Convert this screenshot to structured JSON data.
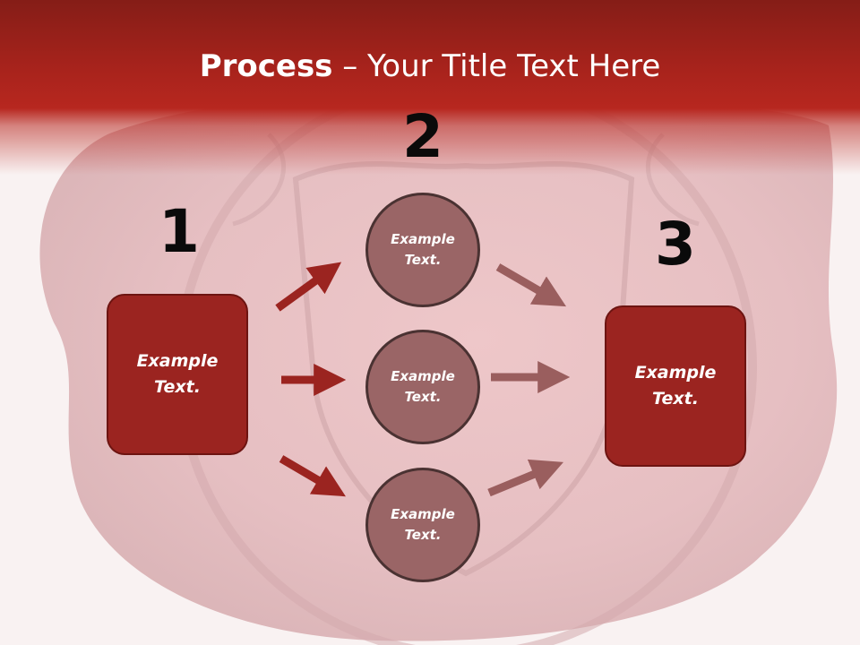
{
  "slide": {
    "title_bold": "Process",
    "title_rest": " – Your Title Text Here"
  },
  "steps": {
    "n1": "1",
    "n2": "2",
    "n3": "3"
  },
  "nodes": {
    "left_box": "Example\nText.",
    "right_box": "Example\nText.",
    "circle_top": "Example\nText.",
    "circle_mid": "Example\nText.",
    "circle_bottom": "Example\nText."
  },
  "colors": {
    "header": "#b7271f",
    "box_fill": "#9b2420",
    "circle_fill": "#9a6566",
    "arrow_dark": "#9b2420",
    "arrow_muted": "#9a5e5e"
  }
}
